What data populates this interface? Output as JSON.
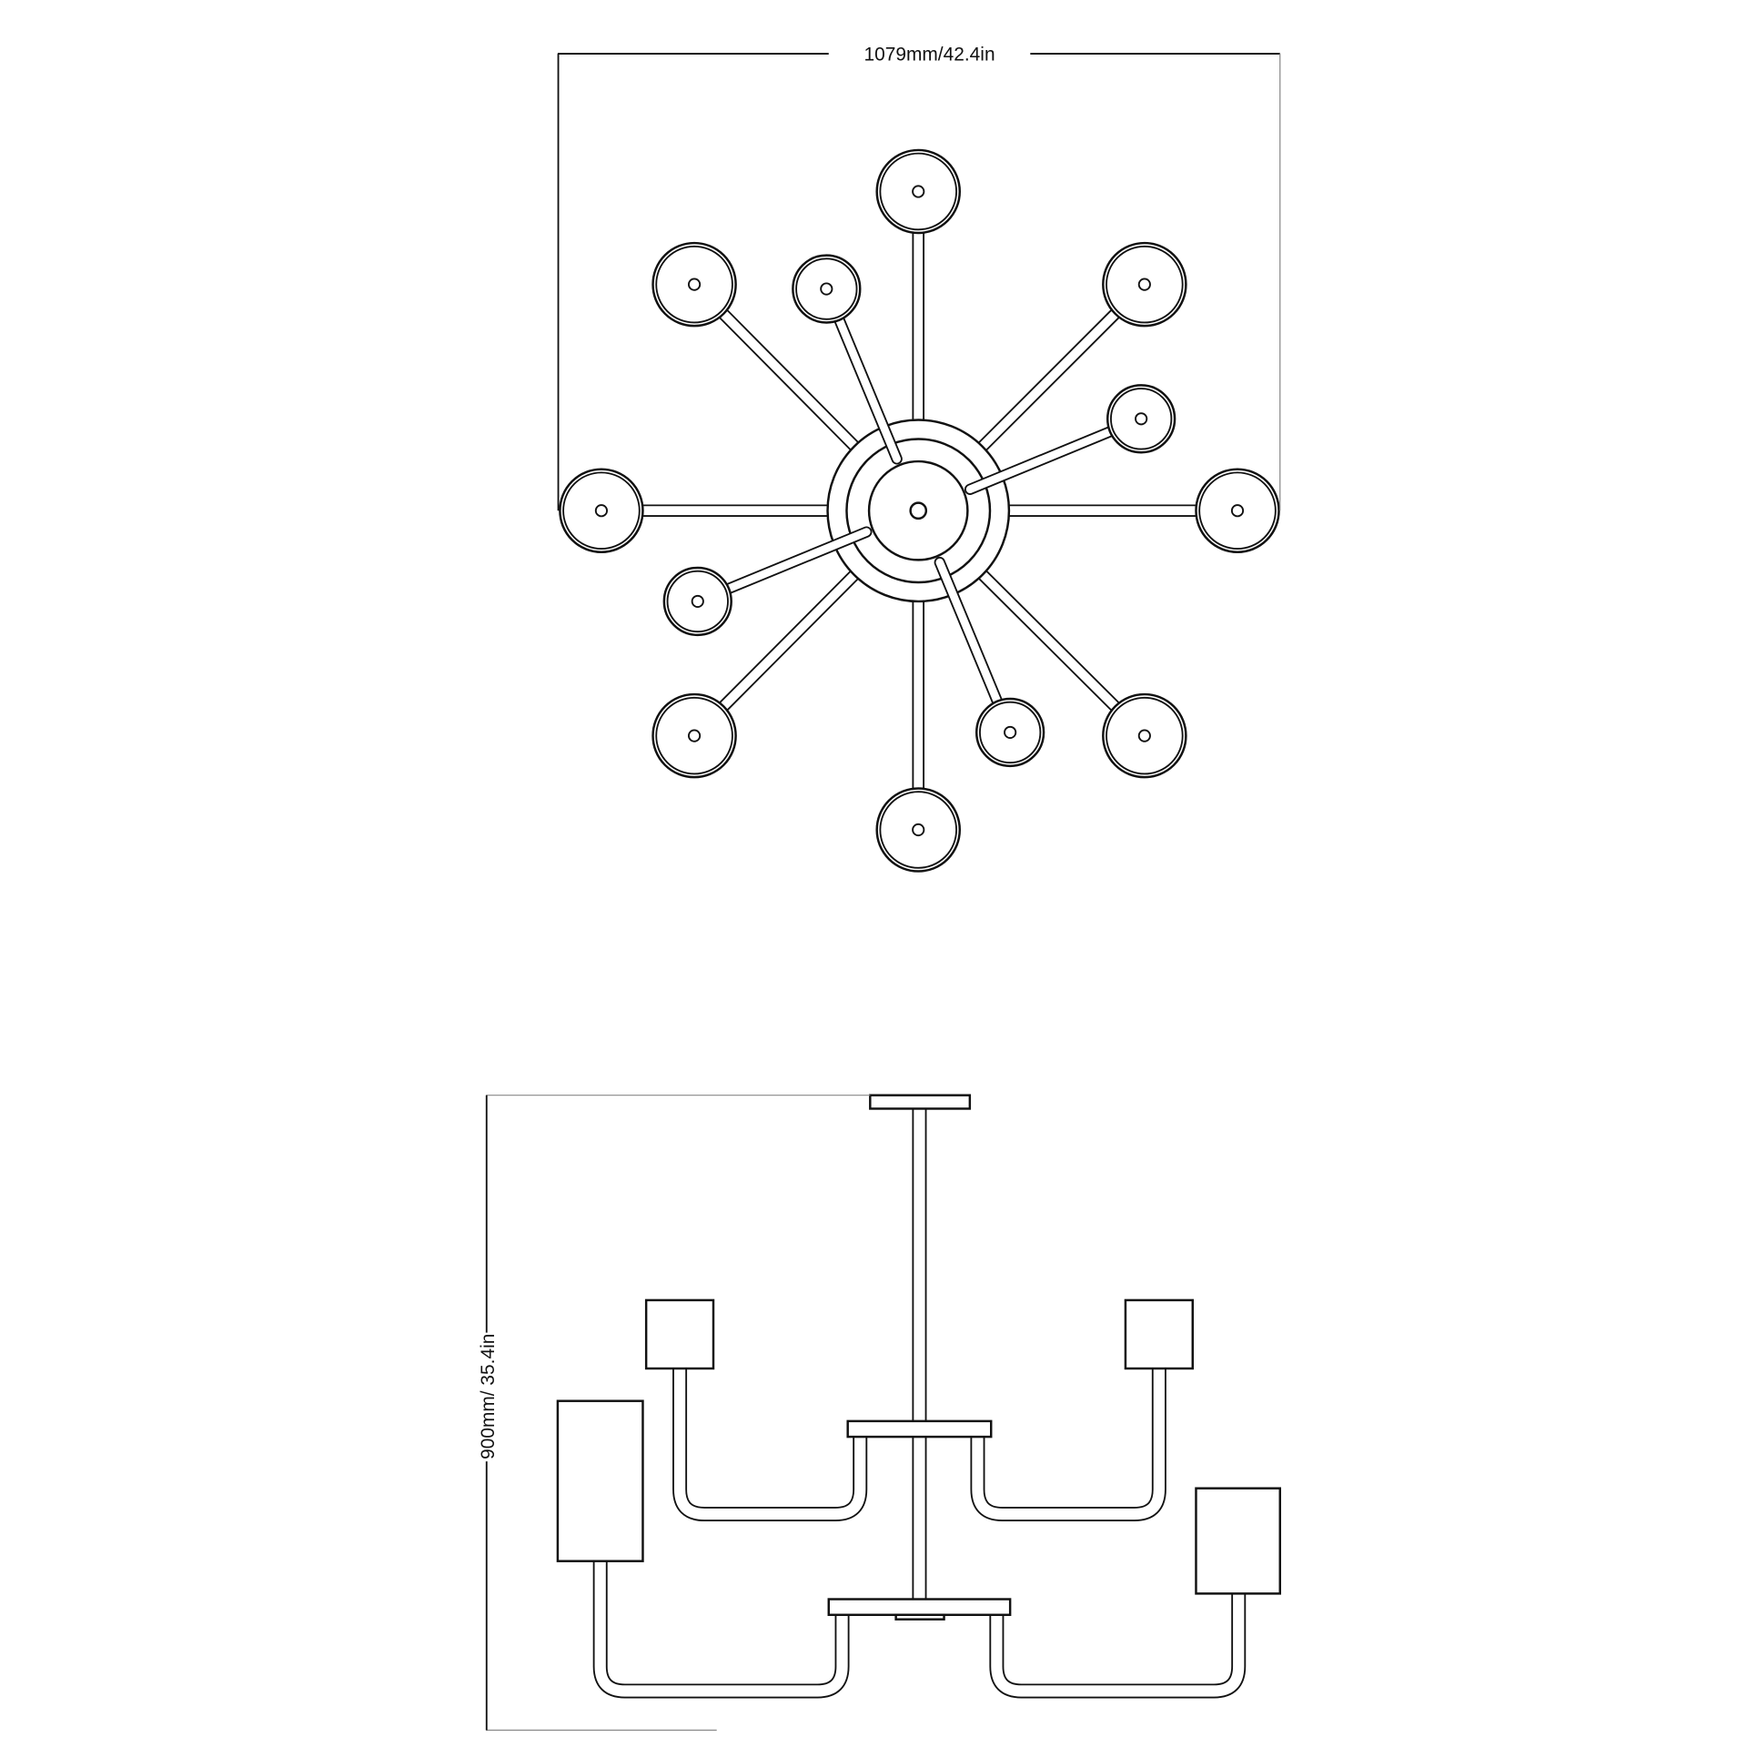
{
  "diagram": {
    "top_view": {
      "width_label": "1079mm/42.4in",
      "large_shades": 8,
      "small_shades": 4
    },
    "side_view": {
      "height_label": "900mm/ 35.4in"
    },
    "colors": {
      "line": "#111111",
      "background": "#ffffff",
      "dimension_guide": "#888888"
    }
  }
}
